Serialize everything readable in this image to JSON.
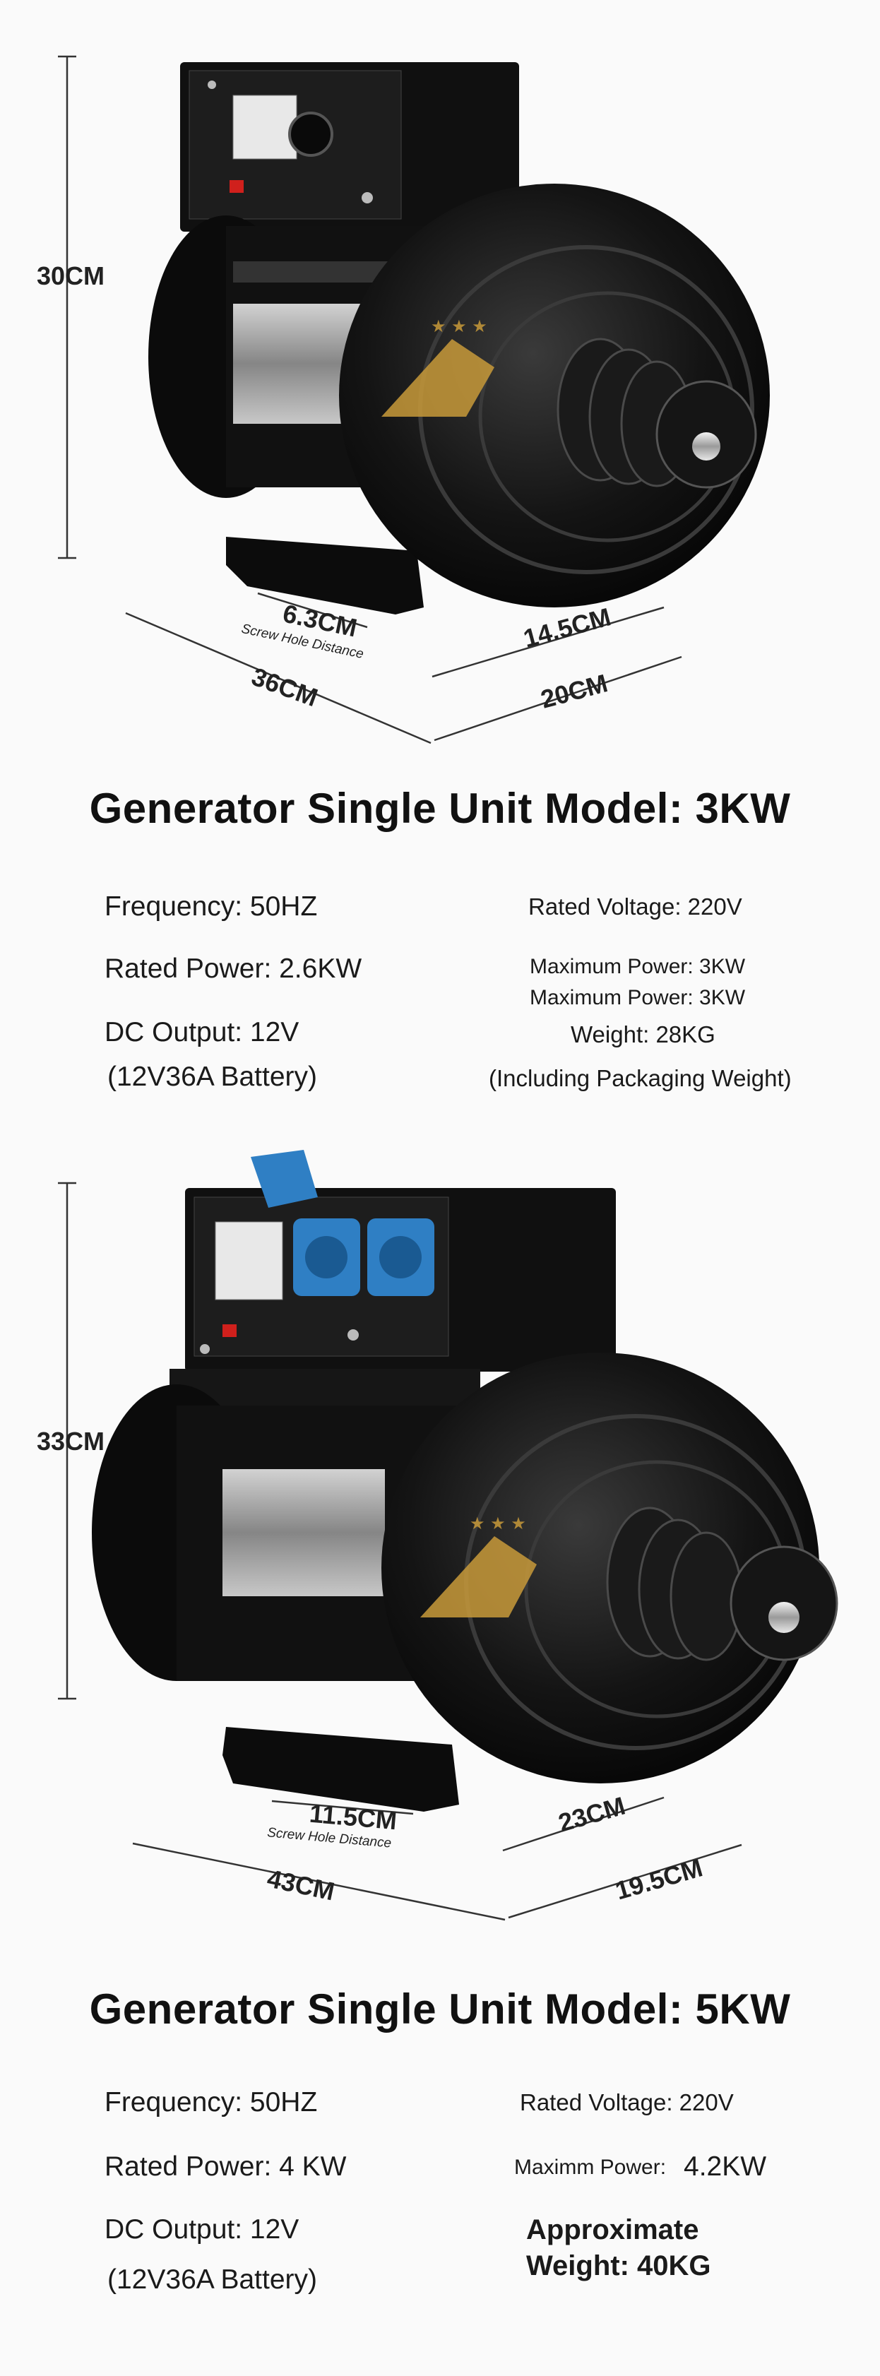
{
  "units": [
    {
      "dimensions": {
        "height": "30CM",
        "screw_hole": "6.3CM",
        "screw_hole_caption": "Screw Hole Distance",
        "length": "36CM",
        "base_depth": "14.5CM",
        "depth": "20CM"
      },
      "title": "Generator Single Unit Model:  3KW",
      "specs": {
        "frequency": "Frequency:  50HZ",
        "rated_voltage": "Rated Voltage:  220V",
        "rated_power": "Rated Power:  2.6KW",
        "maximum_power_1": "Maximum Power: 3KW",
        "maximum_power_2": "Maximum Power: 3KW",
        "dc_output": "DC Output:  12V",
        "battery": "(12V36A Battery)",
        "weight": "Weight:  28KG",
        "weight_note": "(Including Packaging Weight)"
      }
    },
    {
      "dimensions": {
        "height": "33CM",
        "screw_hole": "11.5CM",
        "screw_hole_caption": "Screw Hole Distance",
        "length": "43CM",
        "base_depth": "23CM",
        "depth": "19.5CM"
      },
      "title": "Generator Single Unit Model:  5KW",
      "specs": {
        "frequency": "Frequency:  50HZ",
        "rated_voltage": "Rated Voltage:  220V",
        "rated_power": "Rated Power:  4 KW",
        "maximum_power_label": "Maximm Power:",
        "maximum_power_value": "4.2KW",
        "dc_output": "DC Output:  12V",
        "battery": "(12V36A Battery)",
        "weight_1": "Approximate",
        "weight_2": "Weight:  40KG"
      }
    }
  ],
  "colors": {
    "body": "#0d0d0d",
    "chrome": "#c9c9c9",
    "socket_blue": "#2f7fc4",
    "logo_gold": "#c89a3a",
    "switch_red": "#d0201c"
  }
}
